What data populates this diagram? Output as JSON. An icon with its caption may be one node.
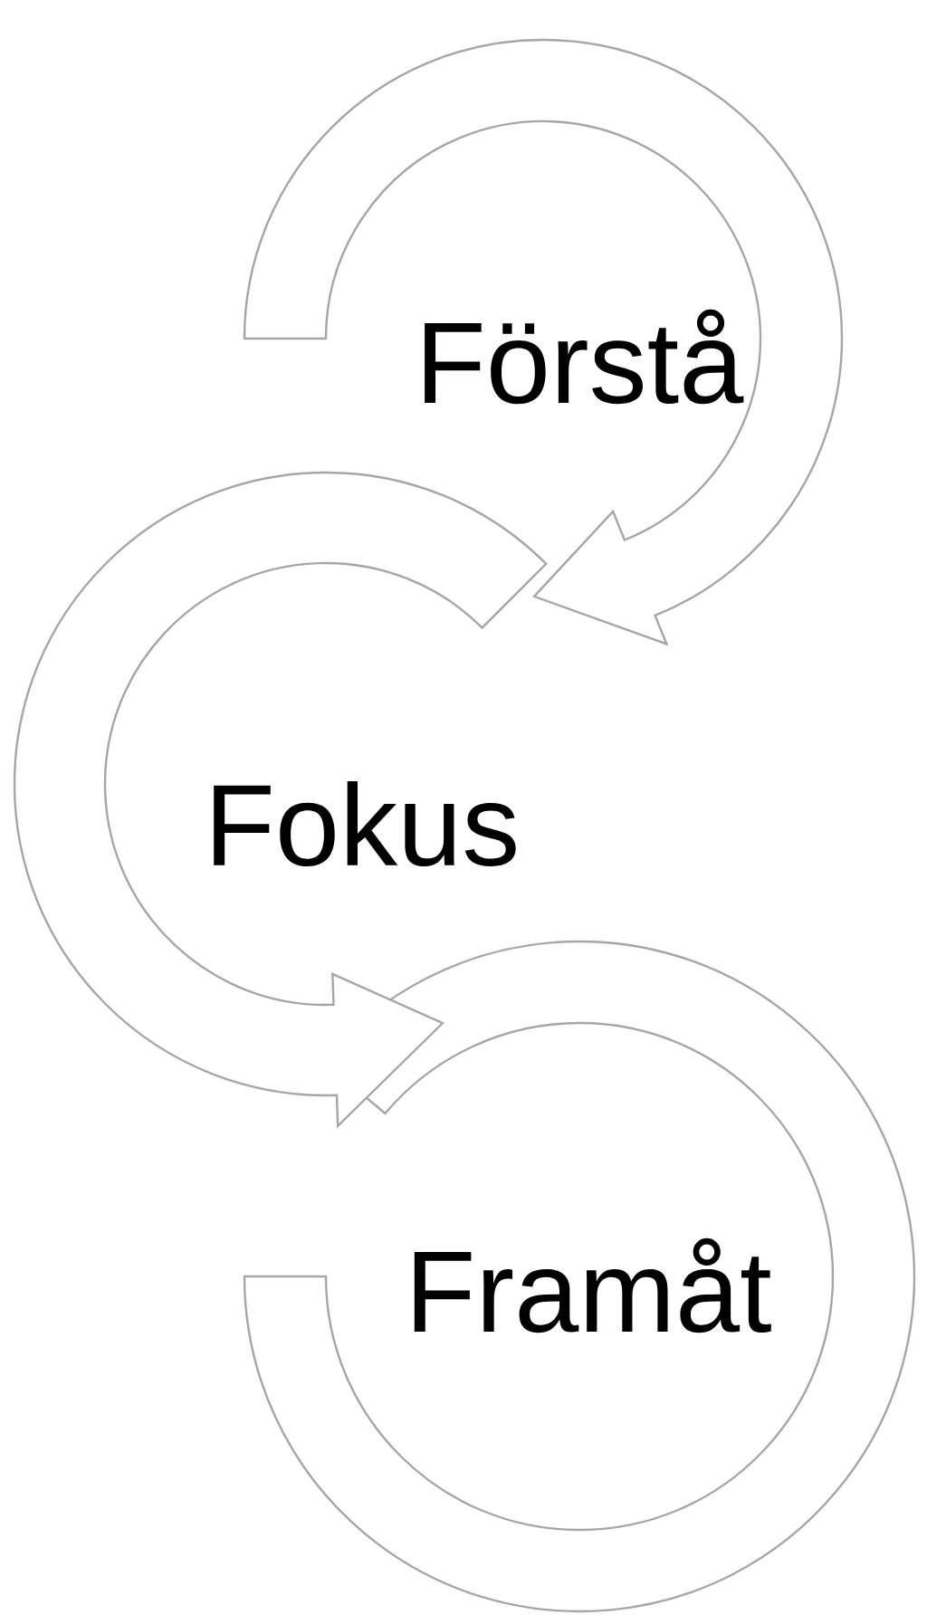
{
  "diagram": {
    "nodes": [
      {
        "text": [
          "Förstå"
        ]
      },
      {
        "text": [
          "Fokus"
        ]
      },
      {
        "text": [
          "Framåt"
        ]
      }
    ],
    "edges": [
      {
        "from": 0,
        "to": 1,
        "arrow": "to"
      },
      {
        "from": 1,
        "to": 2,
        "arrow": "to"
      }
    ]
  }
}
